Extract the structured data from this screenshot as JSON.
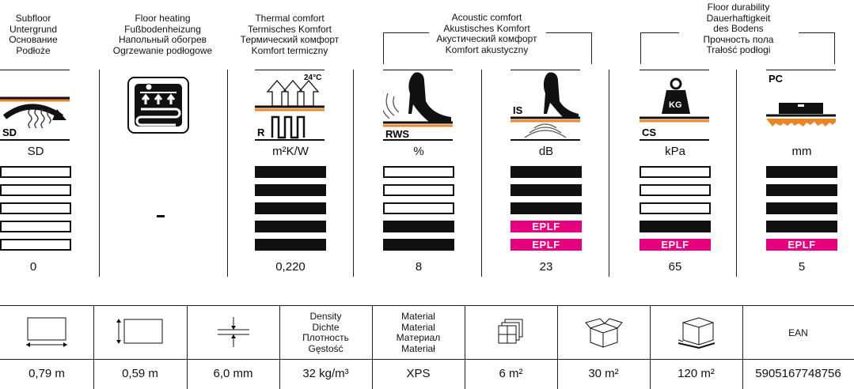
{
  "headers": {
    "subfloor": [
      "Subfloor",
      "Untergrund",
      "Основание",
      "Podłoże"
    ],
    "heating": [
      "Floor heating",
      "Fußbodenheizung",
      "Напольный обогрев",
      "Ogrzewanie podłogowe"
    ],
    "thermal": [
      "Thermal comfort",
      "Termisches Komfort",
      "Термический комфорт",
      "Komfort termiczny"
    ],
    "acoustic": [
      "Acoustic comfort",
      "Akustisches Komfort",
      "Акустический комфорт",
      "Komfort akustyczny"
    ],
    "durability": [
      "Floor durability",
      "Dauerhaftigkeit",
      "des Bodens",
      "Прочность пола",
      "Trałość podłogi"
    ]
  },
  "columns": [
    {
      "id": "sd",
      "icon_label": "SD",
      "unit": "SD",
      "value": "0",
      "filled": 0,
      "epl": 0
    },
    {
      "id": "heating",
      "icon_label": "",
      "unit": "",
      "value": "-",
      "filled": 0,
      "epl": 0
    },
    {
      "id": "r",
      "icon_label": "R",
      "icon_temp": "24°C",
      "unit": "m²K/W",
      "value": "0,220",
      "filled": 5,
      "epl": 0
    },
    {
      "id": "rws",
      "icon_label": "RWS",
      "unit": "%",
      "value": "8",
      "filled": 2,
      "epl": 0
    },
    {
      "id": "is",
      "icon_label": "IS",
      "unit": "dB",
      "value": "23",
      "filled": 3,
      "epl": 2
    },
    {
      "id": "cs",
      "icon_label": "CS",
      "icon_kg": "KG",
      "unit": "kPa",
      "value": "65",
      "filled": 1,
      "epl": 1
    },
    {
      "id": "pc",
      "icon_label": "PC",
      "unit": "mm",
      "value": "5",
      "filled": 4,
      "epl": 1
    }
  ],
  "epl_label": "EPLF",
  "colors": {
    "epl": "#e6007e",
    "orange": "#e8862a"
  },
  "table": {
    "density": [
      "Density",
      "Dichte",
      "Плотность",
      "Gęstość"
    ],
    "material": [
      "Material",
      "Material",
      "Материал",
      "Materiał"
    ],
    "ean_label": "EAN",
    "values": {
      "length": "0,79 m",
      "width": "0,59 m",
      "thickness": "6,0 mm",
      "density": "32 kg/m³",
      "material": "XPS",
      "pack": "6 m²",
      "box": "30 m²",
      "pallet": "120 m²",
      "ean": "5905167748756"
    }
  }
}
